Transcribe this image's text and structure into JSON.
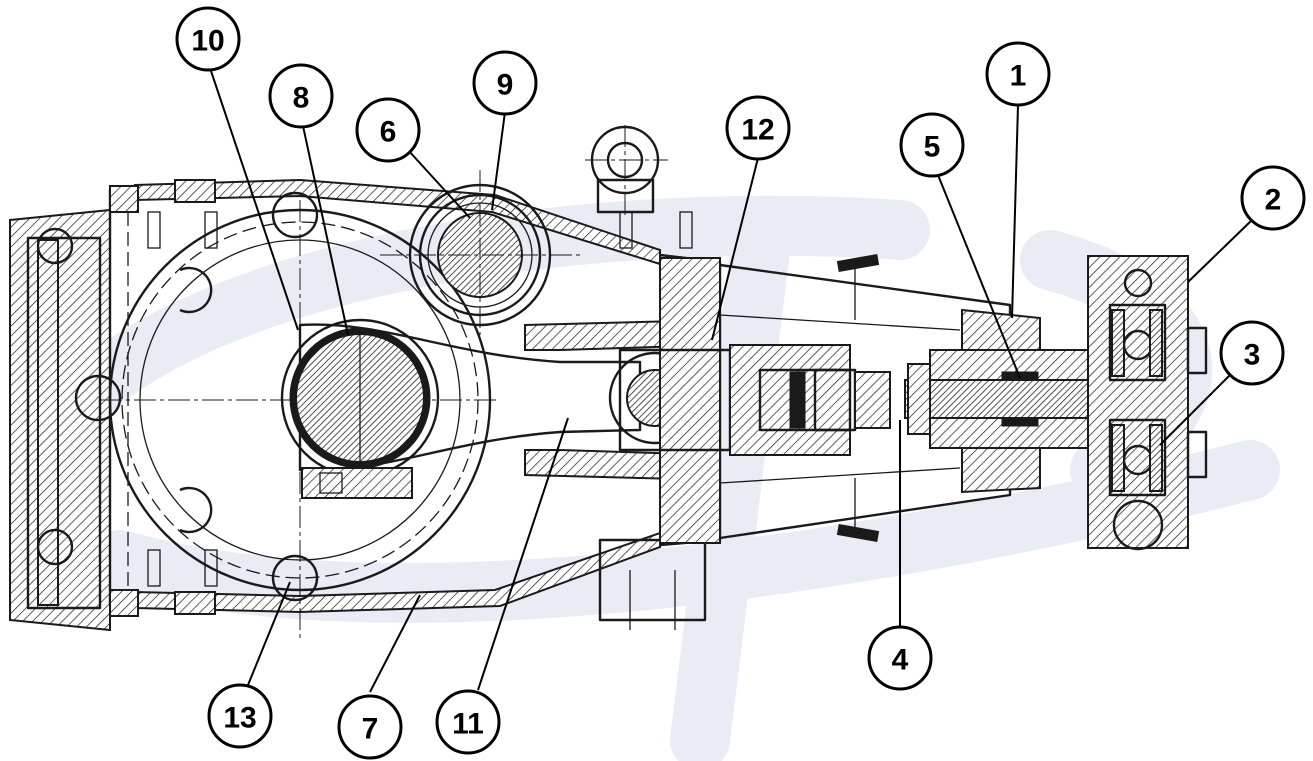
{
  "colors": {
    "line": "#1a1a1a",
    "callout_fill": "#ffffff",
    "watermark": "#e9ecf4",
    "background": "#ffffff"
  },
  "callouts": [
    {
      "id": "10",
      "label": "10"
    },
    {
      "id": "8",
      "label": "8"
    },
    {
      "id": "9",
      "label": "9"
    },
    {
      "id": "6",
      "label": "6"
    },
    {
      "id": "12",
      "label": "12"
    },
    {
      "id": "5",
      "label": "5"
    },
    {
      "id": "1",
      "label": "1"
    },
    {
      "id": "2",
      "label": "2"
    },
    {
      "id": "3",
      "label": "3"
    },
    {
      "id": "4",
      "label": "4"
    },
    {
      "id": "13",
      "label": "13"
    },
    {
      "id": "7",
      "label": "7"
    },
    {
      "id": "11",
      "label": "11"
    }
  ]
}
